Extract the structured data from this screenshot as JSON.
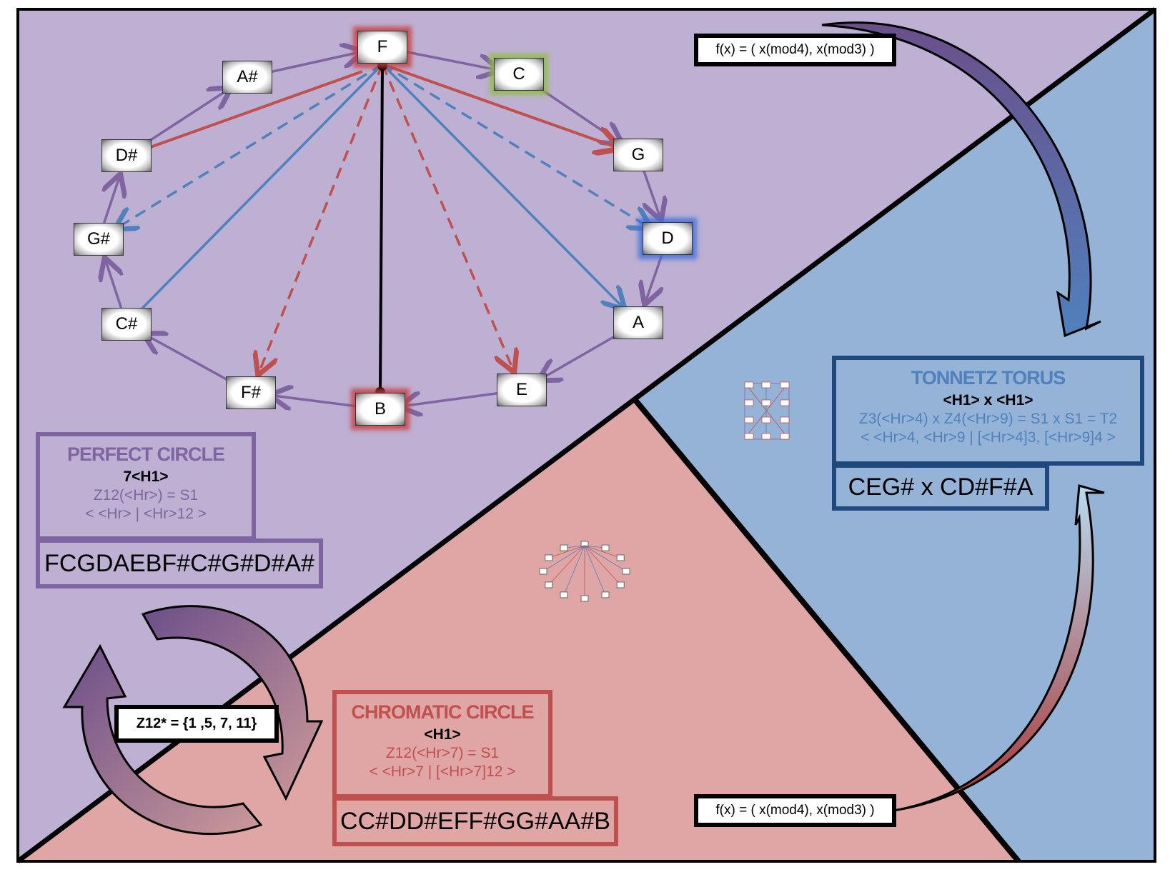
{
  "colors": {
    "purple_region": "#beb0d2",
    "blue_region": "#95b3d7",
    "pink_region": "#e0a6a6",
    "purple": "#8064a2",
    "red": "#c0504d",
    "blue": "#4f81bd",
    "navy": "#1f497d"
  },
  "nodes": [
    {
      "label": "F",
      "glow": "red"
    },
    {
      "label": "C",
      "glow": "green"
    },
    {
      "label": "G"
    },
    {
      "label": "D",
      "glow": "blue"
    },
    {
      "label": "A"
    },
    {
      "label": "E"
    },
    {
      "label": "B",
      "glow": "red"
    },
    {
      "label": "F#"
    },
    {
      "label": "C#"
    },
    {
      "label": "G#"
    },
    {
      "label": "D#"
    },
    {
      "label": "A#"
    }
  ],
  "perfect": {
    "title": "PERFECT CIRCLE",
    "generator": "7<H1>",
    "formula1": "Z12(<Hr>) = S1",
    "formula2": "< <Hr> | <Hr>12 >",
    "sequence": "FCGDAEBF#C#G#D#A#"
  },
  "chromatic": {
    "title": "CHROMATIC CIRCLE",
    "generator": "<H1>",
    "formula1": "Z12(<Hr>7) = S1",
    "formula2": "< <Hr>7 | [<Hr>7]12 >",
    "sequence": "CC#DD#EFF#GG#AA#B"
  },
  "tonnetz": {
    "title": "TONNETZ TORUS",
    "generator": "<H1> x <H1>",
    "formula1": "Z3(<Hr>4) x Z4(<Hr>9) = S1 x S1 = T2",
    "formula2": "< <Hr>4, <Hr>9 | [<Hr>4]3, [<Hr>9]4 >",
    "sequence": "CEG# x CD#F#A"
  },
  "map_top": "f(x) = ( x(mod4), x(mod3) )",
  "map_bottom": "f(x) = ( x(mod4), x(mod3) )",
  "units_group": "Z12* = {1 ,5, 7, 11}"
}
